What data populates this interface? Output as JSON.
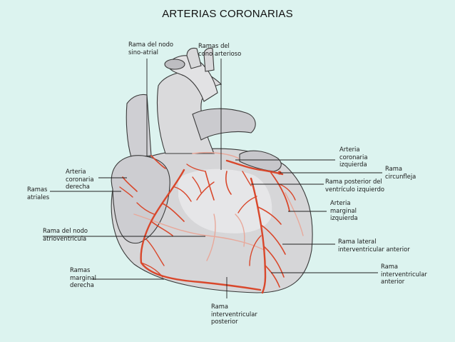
{
  "title": "ARTERIAS CORONARIAS",
  "labels": {
    "rama_nodo_sinoatrial": [
      "Rama del nodo",
      "sino-atrial"
    ],
    "ramas_cono_arterioso": [
      "Ramas del",
      "cono arterioso"
    ],
    "arteria_coronaria_izquierda": [
      "Arteria",
      "coronaria",
      "izquierda"
    ],
    "rama_circunfleja": [
      "Rama",
      "circunfleja"
    ],
    "arteria_coronaria_derecha": [
      "Arteria",
      "coronaria",
      "derecha"
    ],
    "ramas_atriales": [
      "Ramas",
      "atriales"
    ],
    "rama_posterior_ventriculo_izquierdo": [
      "Rama posterior del",
      "ventrículo izquierdo"
    ],
    "arteria_marginal_izquierda": [
      "Arteria",
      "marginal",
      "izquierda"
    ],
    "rama_nodo_atrioventricular": [
      "Rama del nodo",
      "atrioventricula"
    ],
    "rama_lateral_interventricular_anterior": [
      "Rama lateral",
      "interventricular anterior"
    ],
    "ramas_marginal_derecha": [
      "Ramas",
      "marginal",
      "derecha"
    ],
    "rama_interventricular_anterior": [
      "Rama",
      "interventricular",
      "anterior"
    ],
    "rama_interventricular_posterior": [
      "Rama",
      "interventricular",
      "posterior"
    ]
  },
  "colors": {
    "background": "#dcf3ef",
    "heart_fill": "#d6d6d8",
    "heart_shade": "#bfbfc3",
    "heart_light": "#ececee",
    "outline": "#3a3a3a",
    "artery": "#d9472b",
    "artery_faint": "#e8a89a",
    "leader_line": "#222222"
  }
}
